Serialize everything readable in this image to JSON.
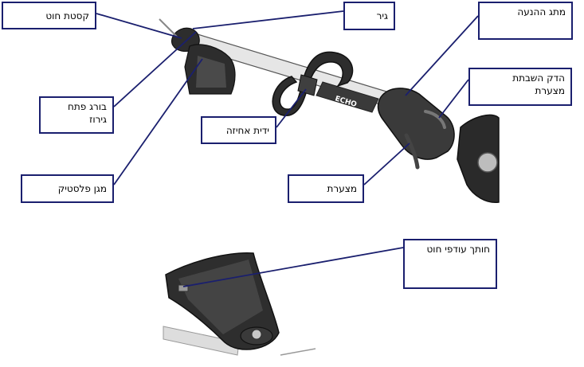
{
  "colors": {
    "leader": "#1a1f6e",
    "box_border": "#1a1f6e",
    "tool_dark": "#2d2d2d",
    "shaft": "#e6e6e6"
  },
  "labels": {
    "line_cassette": "קסטת חוט",
    "gear": "גיר",
    "engine_handle": "מתג ההנעה",
    "throttle_lock": "הדק השבתת\nמצערת",
    "gear_screw": "בורג פתח\nגירוז",
    "grip_handle": "ידית אחיזה",
    "plastic_guard": "מגן פלסטיק",
    "throttle": "מצערת",
    "line_cutter": "חותך עודפי חוט"
  },
  "tool": {
    "brand": "ECHO"
  }
}
